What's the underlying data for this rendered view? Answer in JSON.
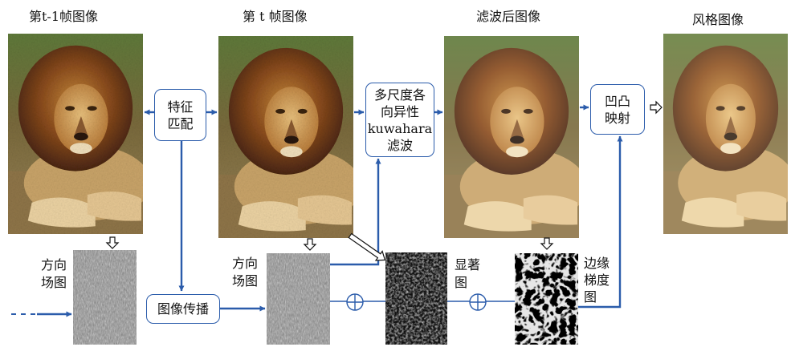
{
  "titles": {
    "frame_prev": "第t-1帧图像",
    "frame_curr": "第 t 帧图像",
    "filtered": "滤波后图像",
    "stylized": "风格图像"
  },
  "boxes": {
    "feature_match": [
      "特征",
      "匹配"
    ],
    "kuwahara": [
      "多尺度各",
      "向异性",
      "kuwahara",
      "滤波"
    ],
    "emboss": [
      "凹凸",
      "映射"
    ],
    "propagation": "图像传播"
  },
  "side_labels": {
    "direction_field_1": [
      "方向",
      "场图"
    ],
    "direction_field_2": [
      "方向",
      "场图"
    ],
    "saliency": [
      "显著",
      "图"
    ],
    "edge_gradient": [
      "边缘",
      "梯度",
      "图"
    ]
  },
  "colors": {
    "arrow_blue": "#2b5cab",
    "box_border": "#2b5cab"
  }
}
